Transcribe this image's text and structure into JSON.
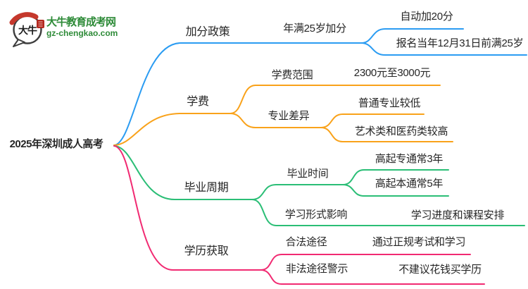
{
  "site": {
    "name": "大牛教育成考网",
    "domain": "gz-chengkao.com",
    "logo_text": "大牛"
  },
  "colors": {
    "blue": "#2b9cf2",
    "orange": "#f9a21a",
    "green": "#2bbe76",
    "pink": "#f12a72",
    "brand_green": "#2e8b38",
    "logo_red": "#c5382c",
    "text": "#262626"
  },
  "mindmap": {
    "root": "2025年深圳成人高考",
    "branches": [
      {
        "label": "加分政策",
        "color": "#2b9cf2",
        "children": [
          {
            "label": "年满25岁加分",
            "leaves": [
              "自动加20分",
              "报名当年12月31日前满25岁"
            ]
          }
        ]
      },
      {
        "label": "学费",
        "color": "#f9a21a",
        "children": [
          {
            "label": "学费范围",
            "leaves": [
              "2300元至3000元"
            ]
          },
          {
            "label": "专业差异",
            "leaves": [
              "普通专业较低",
              "艺术类和医药类较高"
            ]
          }
        ]
      },
      {
        "label": "毕业周期",
        "color": "#2bbe76",
        "children": [
          {
            "label": "毕业时间",
            "leaves": [
              "高起专通常3年",
              "高起本通常5年"
            ]
          },
          {
            "label": "学习形式影响",
            "leaves": [
              "学习进度和课程安排"
            ]
          }
        ]
      },
      {
        "label": "学历获取",
        "color": "#f12a72",
        "children": [
          {
            "label": "合法途径",
            "leaves": [
              "通过正规考试和学习"
            ]
          },
          {
            "label": "非法途径警示",
            "leaves": [
              "不建议花钱买学历"
            ]
          }
        ]
      }
    ]
  }
}
